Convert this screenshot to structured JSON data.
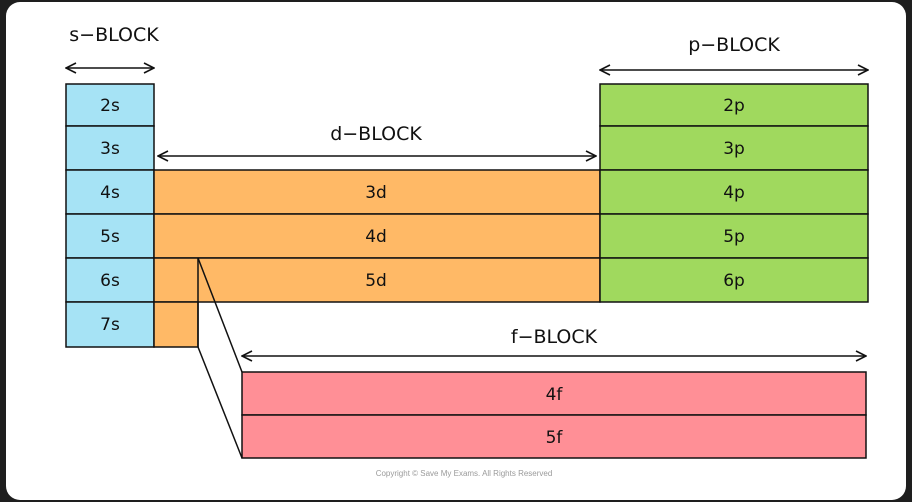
{
  "colors": {
    "s_block": "#a6e3f5",
    "d_block": "#ffb966",
    "p_block": "#a0d95e",
    "f_block": "#ff8f96",
    "outline": "#111111",
    "background": "#ffffff"
  },
  "blocks": {
    "s": {
      "label": "s−BLOCK",
      "cells": [
        "2s",
        "3s",
        "4s",
        "5s",
        "6s",
        "7s"
      ]
    },
    "d": {
      "label": "d−BLOCK",
      "cells": [
        "3d",
        "4d",
        "5d"
      ]
    },
    "p": {
      "label": "p−BLOCK",
      "cells": [
        "2p",
        "3p",
        "4p",
        "5p",
        "6p"
      ]
    },
    "f": {
      "label": "f−BLOCK",
      "cells": [
        "4f",
        "5f"
      ]
    }
  },
  "copyright": "Copyright © Save My Exams. All Rights Reserved"
}
